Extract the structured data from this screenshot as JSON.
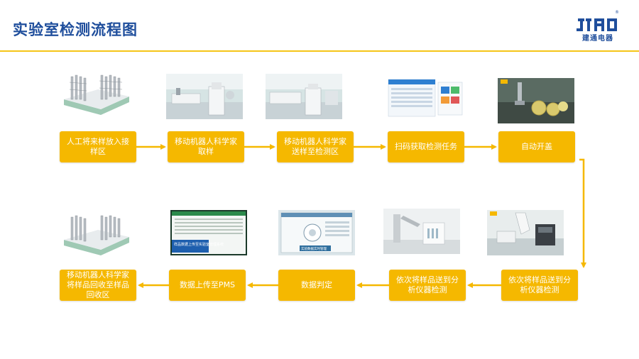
{
  "page": {
    "title": "实验室检测流程图"
  },
  "logo": {
    "text": "建通电器",
    "mark": "®",
    "color": "#1f4e9c"
  },
  "colors": {
    "accent": "#f5b800",
    "rule": "#f5c518",
    "arrow": "#f5b800",
    "title": "#1f4e9c"
  },
  "steps": [
    {
      "label": "人工将来样放入接样区"
    },
    {
      "label": "移动机器人科学家取样"
    },
    {
      "label": "移动机器人科学家送样至检测区"
    },
    {
      "label": "扫码获取检测任务"
    },
    {
      "label": "自动开盖"
    },
    {
      "label": "依次将样品送到分析仪器检测"
    },
    {
      "label": "依次将样品送到分析仪器检测"
    },
    {
      "label": "数据判定"
    },
    {
      "label": "数据上传至PMS"
    },
    {
      "label": "移动机器人科学家将样品回收至样品回收区"
    }
  ],
  "screens": {
    "dashboard_banner": "样品数据上传至实验室管理系统",
    "analyzer_banner": "实验数据实时管理"
  }
}
